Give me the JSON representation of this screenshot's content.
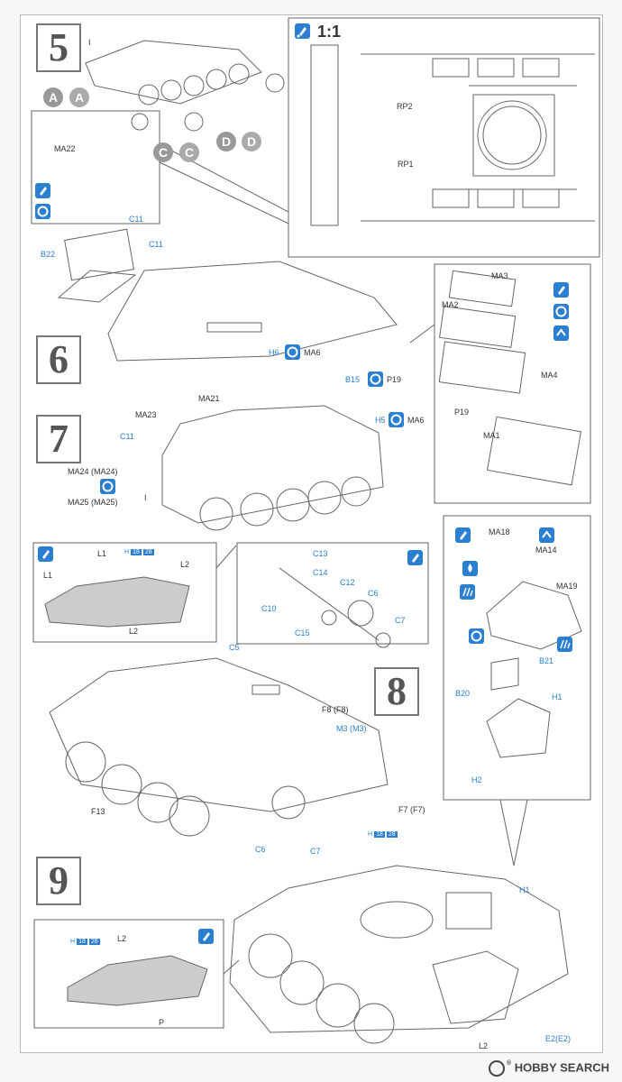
{
  "steps": {
    "s5": "5",
    "s6": "6",
    "s7": "7",
    "s8": "8",
    "s9": "9"
  },
  "scale_label": "1:1",
  "step5": {
    "parts": {
      "I": "I",
      "MA22": "MA22",
      "C11": "C11",
      "RP1": "RP1",
      "RP2": "RP2"
    },
    "groups": {
      "A": "A",
      "A2": "A",
      "C": "C",
      "C2": "C",
      "D": "D",
      "D2": "D"
    }
  },
  "step6": {
    "B22": "B22",
    "C11": "C11",
    "H6": "H6",
    "MA6": "MA6"
  },
  "step6_detail": {
    "MA3": "MA3",
    "MA2": "MA2",
    "MA4": "MA4",
    "MA1": "MA1",
    "P19": "P19"
  },
  "step7": {
    "MA21": "MA21",
    "MA23": "MA23",
    "C11": "C11",
    "B15": "B15",
    "P19": "P19",
    "H5": "H5",
    "MA6": "MA6",
    "MA24": "MA24 (MA24)",
    "MA25": "MA25 (MA25)",
    "I": "I"
  },
  "step8": {
    "tracks": {
      "L1a": "L1",
      "L1b": "L1",
      "L2a": "L2",
      "L2b": "L2",
      "h18": "H",
      "n18": "18",
      "n28": "28"
    },
    "wheel": {
      "C13": "C13",
      "C14": "C14",
      "C12": "C12",
      "C10": "C10",
      "C6": "C6",
      "C15": "C15",
      "C7": "C7"
    },
    "hull": {
      "C5": "C5",
      "F8": "F8 (F8)",
      "M3": "M3 (M3)",
      "F13": "F13",
      "F7": "F7 (F7)",
      "C6": "C6",
      "C7": "C7",
      "h18": "H",
      "n18": "18",
      "n28": "28"
    },
    "hatch": {
      "MA18": "MA18",
      "MA14": "MA14",
      "MA19": "MA19",
      "B21": "B21",
      "B20": "B20",
      "H1": "H1",
      "H2": "H2"
    }
  },
  "step9": {
    "H1": "H1",
    "L2": "L2",
    "L2b": "L2",
    "P": "P",
    "E2": "E2(E2)",
    "h18": "H",
    "n18": "18",
    "n28": "28"
  },
  "watermark": {
    "brand": "HOBBY SEARCH",
    "reg": "®"
  },
  "colors": {
    "accent": "#2a7fd1",
    "line": "#555555",
    "frame": "#999999"
  }
}
